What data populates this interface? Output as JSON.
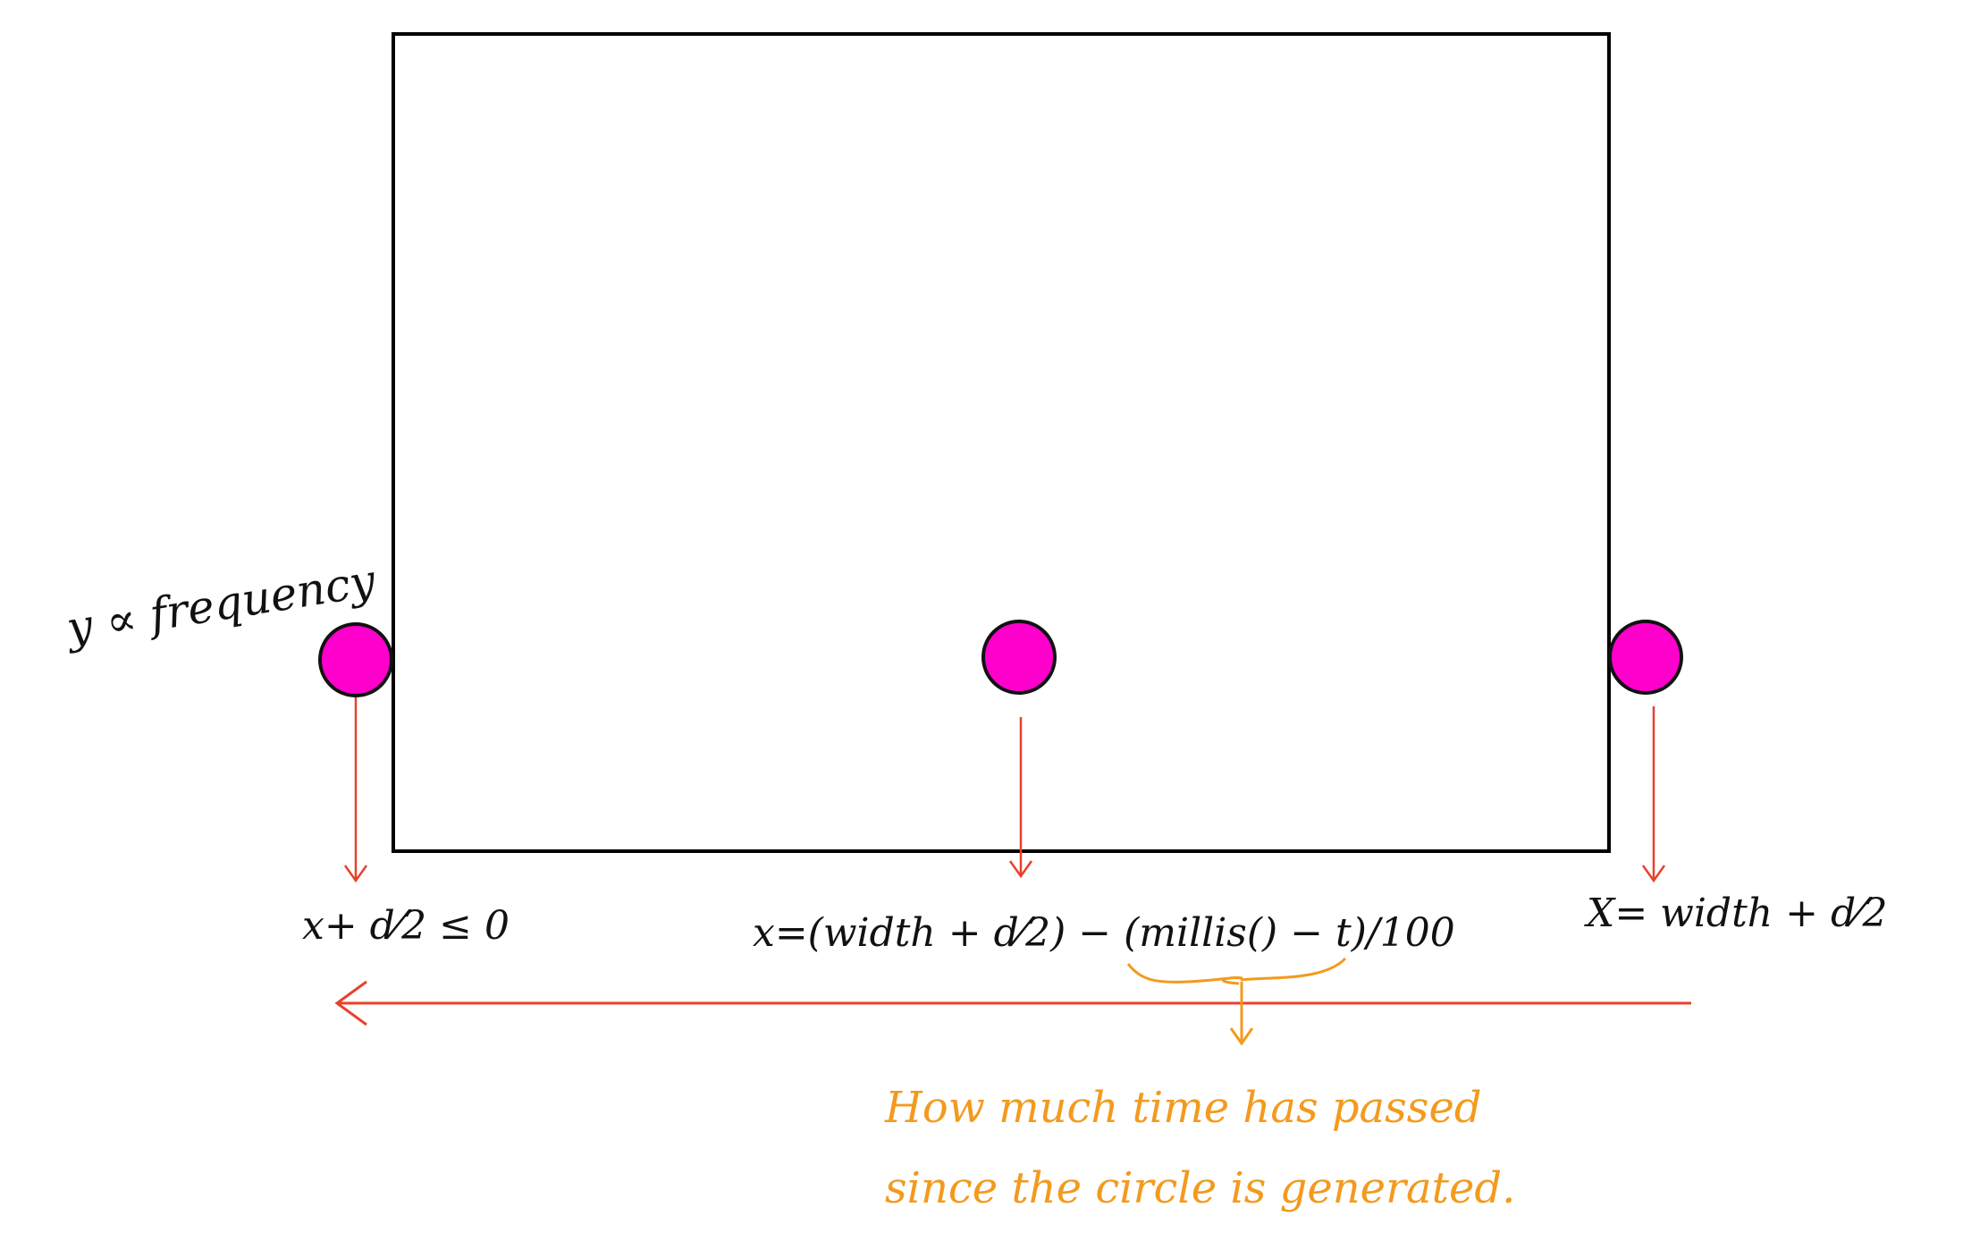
{
  "colors": {
    "canvas_border": "#000000",
    "circle_fill": "#ff00cc",
    "circle_stroke": "#111111",
    "arrow_red": "#e8412c",
    "annotation_orange": "#f39a1e",
    "text_black": "#111111"
  },
  "labels": {
    "y_axis_label": "y ∝ frequency",
    "left_condition": "x+ d⁄2 ≤ 0",
    "middle_formula": "x=(width + d⁄2) − (millis() − t)/100",
    "right_formula": "X= width + d⁄2",
    "annotation_line1": "How much time has passed",
    "annotation_line2": "since the circle is generated."
  }
}
